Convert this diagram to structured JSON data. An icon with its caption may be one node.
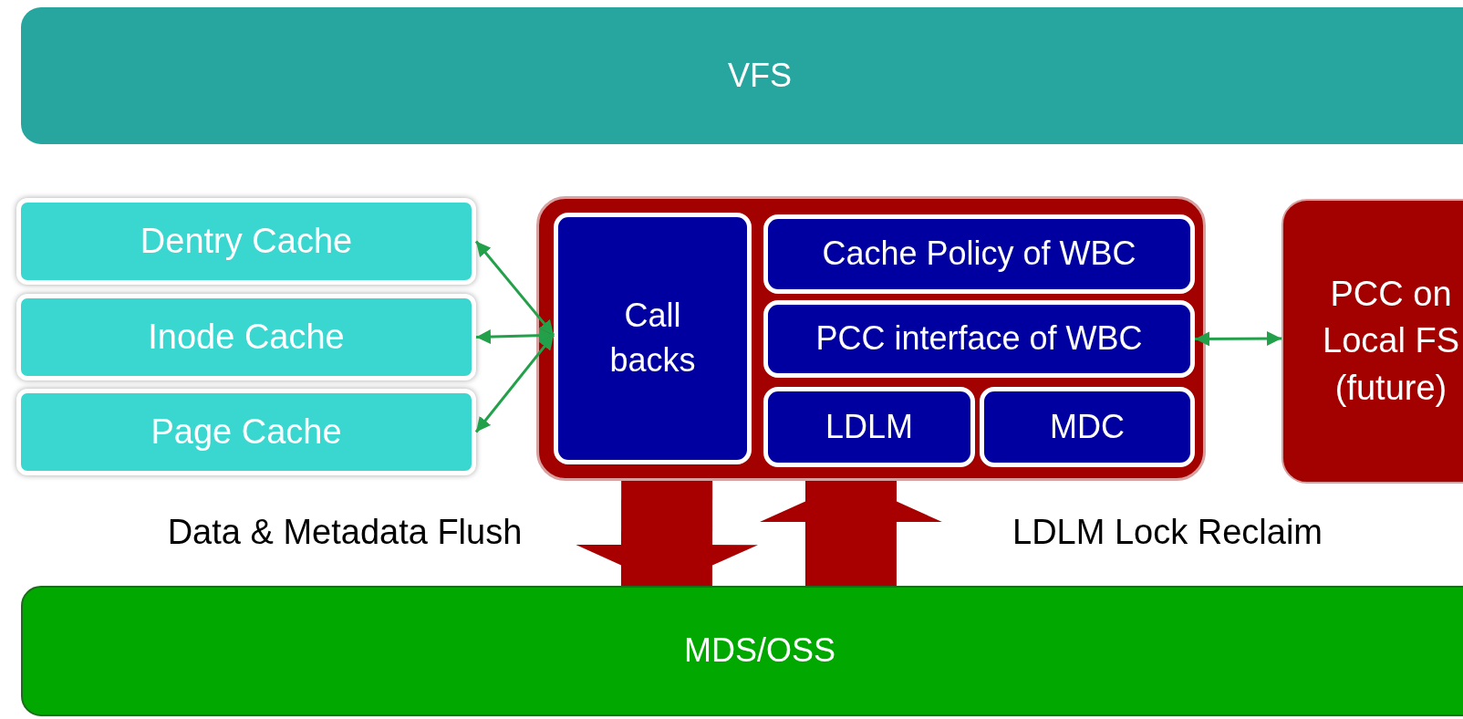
{
  "diagram": {
    "nodes": [
      {
        "text": [
          "VFS"
        ]
      },
      {
        "text": [
          "Dentry Cache"
        ]
      },
      {
        "text": [
          "Inode Cache"
        ]
      },
      {
        "text": [
          "Page Cache"
        ]
      },
      {
        "text": [],
        "shape": "box"
      },
      {
        "text": [
          "Call backs"
        ],
        "in": 4
      },
      {
        "text": [
          "Cache Policy of WBC"
        ],
        "in": 4
      },
      {
        "text": [
          "PCC interface of WBC"
        ],
        "in": 4
      },
      {
        "text": [
          "LDLM"
        ],
        "in": 4
      },
      {
        "text": [
          "MDC"
        ],
        "in": 4
      },
      {
        "text": [
          "PCC on Local FS (future)"
        ]
      },
      {
        "text": [
          "MDS/OSS"
        ]
      }
    ],
    "edges": [
      {
        "from": 5,
        "to": 1,
        "arrow": "both"
      },
      {
        "from": 5,
        "to": 2,
        "arrow": "both"
      },
      {
        "from": 5,
        "to": 3,
        "arrow": "both"
      },
      {
        "from": 7,
        "to": 10,
        "arrow": "both"
      },
      {
        "from": 4,
        "to": 11,
        "arrow": "to",
        "label": "Data & Metadata Flush",
        "style": "thick",
        "color": "#a80000"
      },
      {
        "from": 11,
        "to": 4,
        "arrow": "to",
        "label": "LDLM Lock Reclaim",
        "style": "thick",
        "color": "#a80000"
      }
    ]
  }
}
